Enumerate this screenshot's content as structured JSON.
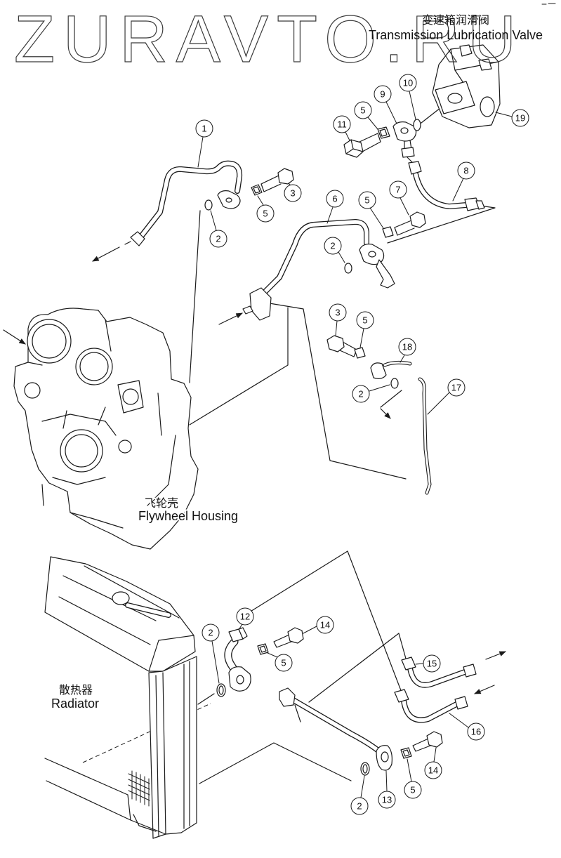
{
  "watermark": "ZURAVTO.RU",
  "labels": {
    "valve_cn": "变速箱润滑阀",
    "valve_en": "Transmission Lubrication Valve",
    "housing_cn": "飞轮壳",
    "housing_en": "Flywheel Housing",
    "radiator_cn": "散热器",
    "radiator_en": "Radiator"
  },
  "callouts": [
    "1",
    "2",
    "3",
    "5",
    "6",
    "5",
    "7",
    "8",
    "2",
    "9",
    "10",
    "5",
    "11",
    "19",
    "3",
    "5",
    "18",
    "2",
    "17",
    "12",
    "2",
    "14",
    "5",
    "15",
    "16",
    "13",
    "14",
    "5",
    "2"
  ]
}
